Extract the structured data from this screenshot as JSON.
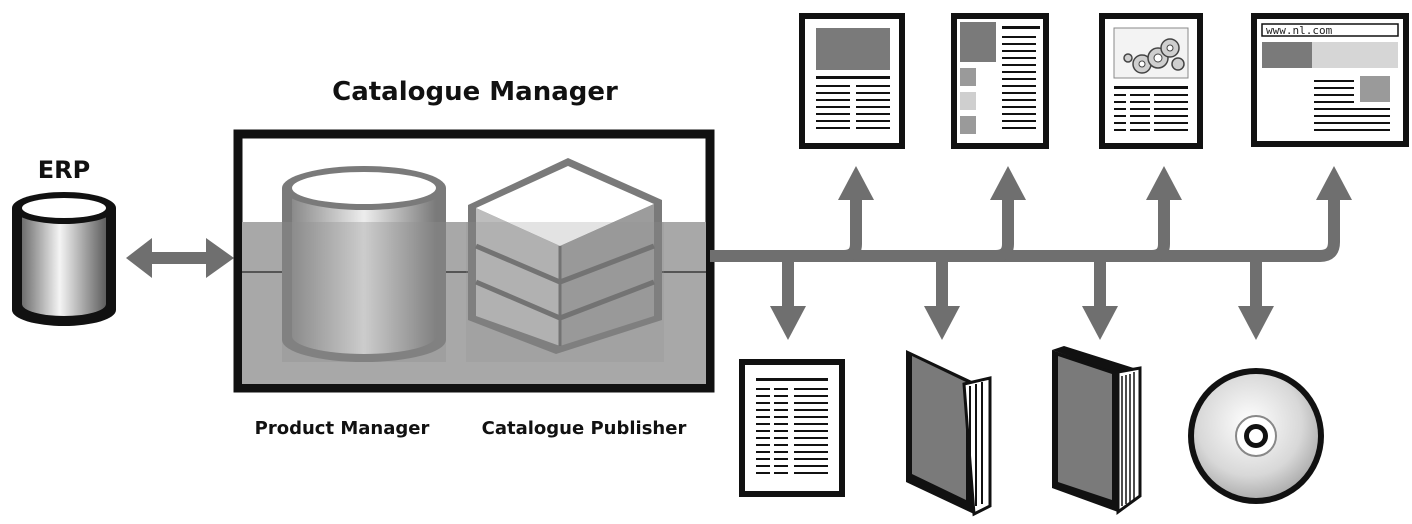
{
  "labels": {
    "catalogue_manager": "Catalogue Manager",
    "erp": "ERP",
    "product_manager": "Product Manager",
    "catalogue_publisher": "Catalogue Publisher"
  },
  "web_page": {
    "url": "www.nl.com"
  },
  "colors": {
    "bus": "#6f6f6f",
    "outline": "#111111",
    "mid_gray": "#7a7a7a",
    "light_gray": "#cfcfcf"
  },
  "icons": {
    "inputs": [
      "erp-database-icon"
    ],
    "core": [
      "product-manager-cylinder-icon",
      "catalogue-publisher-stack-icon"
    ],
    "outputs_top": [
      "brochure-page-icon",
      "flyer-page-icon",
      "parts-sheet-icon",
      "web-page-icon"
    ],
    "outputs_bottom": [
      "price-list-page-icon",
      "open-catalogue-icon",
      "bound-book-icon",
      "cd-rom-icon"
    ]
  }
}
